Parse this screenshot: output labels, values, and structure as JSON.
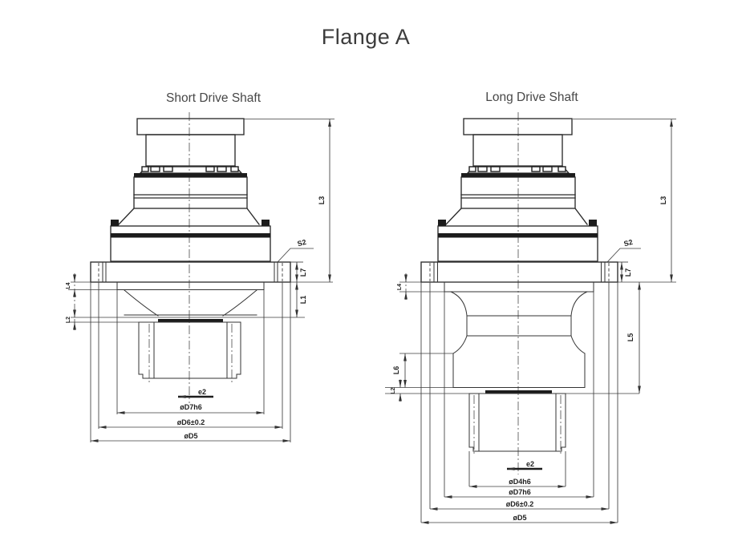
{
  "title": "Flange A",
  "colors": {
    "background": "#ffffff",
    "line": "#2c2c2c",
    "text": "#3c3c3c"
  },
  "drawings": {
    "short": {
      "label": "Short Drive Shaft",
      "dims": {
        "l3": "L3",
        "s2": "S2",
        "l7": "L7",
        "l1": "L1",
        "l4": "L4",
        "l2": "L2",
        "e2": "e2",
        "d7": "øD7h6",
        "d6": "øD6±0.2",
        "d5": "øD5"
      }
    },
    "long": {
      "label": "Long Drive Shaft",
      "dims": {
        "l3": "L3",
        "s2": "S2",
        "l7": "L7",
        "l5": "L5",
        "l4": "L4",
        "l6": "L6",
        "l2": "L2",
        "e2": "e2",
        "d4": "øD4h6",
        "d7": "øD7h6",
        "d6": "øD6±0.2",
        "d5": "øD5"
      }
    }
  }
}
